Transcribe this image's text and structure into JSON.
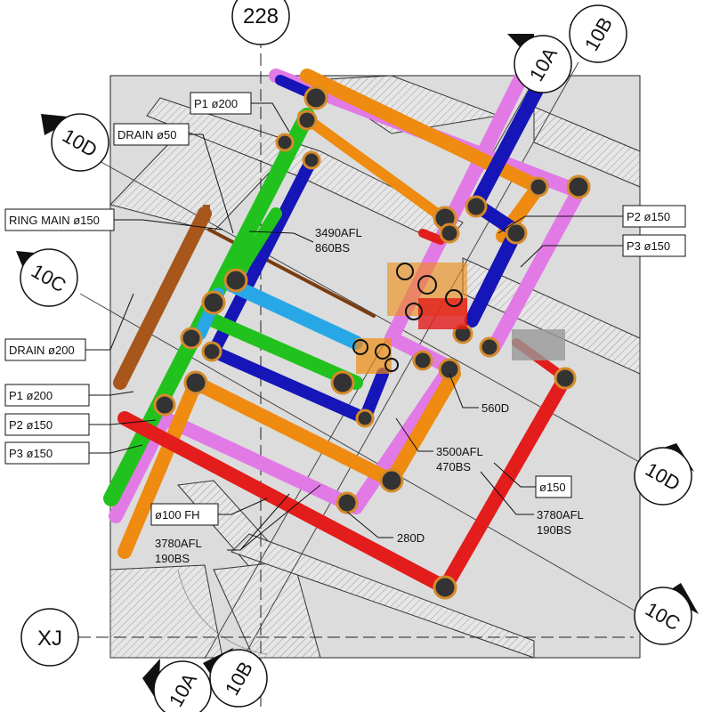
{
  "grid": {
    "line_228": "228",
    "line_xj": "XJ"
  },
  "section_marks": {
    "top_10a": "10A",
    "top_10b": "10B",
    "left_10d": "10D",
    "left_10c": "10C",
    "right_10d": "10D",
    "right_10c": "10C",
    "bottom_10a": "10A",
    "bottom_10b": "10B"
  },
  "labels": {
    "p1_top": "P1  ø200",
    "drain_50": "DRAIN ø50",
    "ring_main": "RING MAIN ø150",
    "el_3490_a": "3490AFL",
    "el_3490_b": "860BS",
    "p2_right": "P2  ø150",
    "p3_right": "P3  ø150",
    "drain_200": "DRAIN ø200",
    "p1_left": "P1  ø200",
    "p2_left": "P2  ø150",
    "p3_left": "P3  ø150",
    "el_560": "560D",
    "el_3500_a": "3500AFL",
    "el_3500_b": "470BS",
    "d150": "ø150",
    "el_3780r_a": "3780AFL",
    "el_3780r_b": "190BS",
    "fh_100": "ø100 FH",
    "el_3780l_a": "3780AFL",
    "el_3780l_b": "190BS",
    "el_280": "280D"
  },
  "colors": {
    "green": "#22c21e",
    "blue": "#1515b8",
    "orange": "#ee8b10",
    "magenta": "#e27ae6",
    "red": "#e31c1c",
    "brown": "#a9561c",
    "cyan": "#27a7e6",
    "fitting": "#333333",
    "flange": "#d58a2a",
    "panel": "#dcdcdc",
    "wall_hatch": "#bdbdbd"
  }
}
